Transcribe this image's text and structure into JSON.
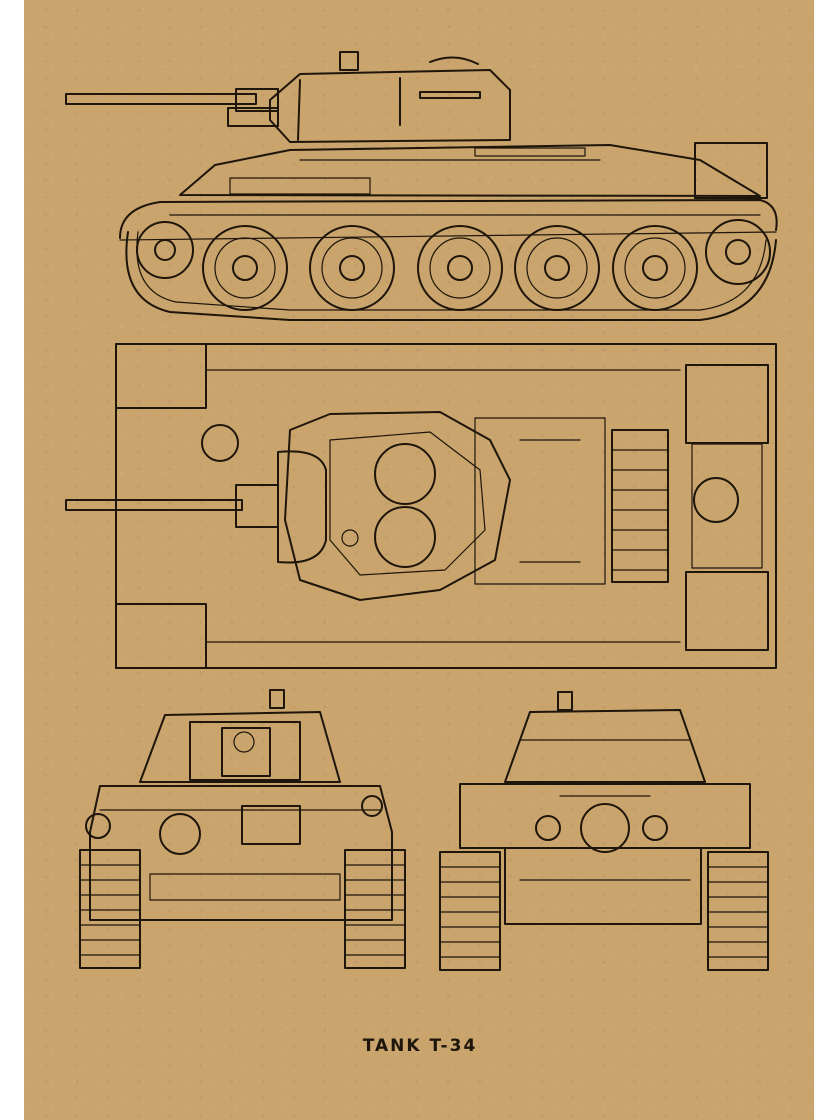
{
  "caption": "TANK T-34",
  "colors": {
    "paper": "#c9a46c",
    "ink": "#1e150b"
  },
  "views": [
    "side-view",
    "top-view",
    "front-view",
    "rear-view"
  ]
}
